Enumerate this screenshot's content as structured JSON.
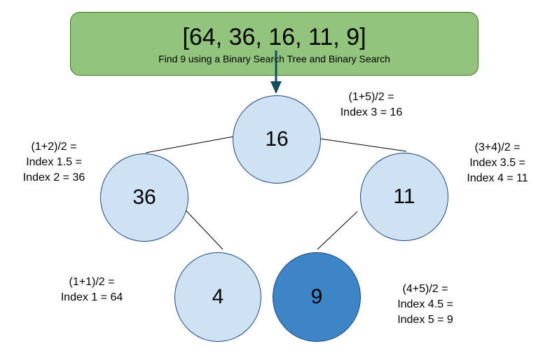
{
  "banner": {
    "array_text": "[64, 36, 16, 11, 9]",
    "task_text": "Find 9 using a Binary Search Tree and Binary Search",
    "fill_color": "#93c47d"
  },
  "nodes": {
    "root": {
      "value": "16"
    },
    "left": {
      "value": "36"
    },
    "right": {
      "value": "11"
    },
    "left_child": {
      "value": "4"
    },
    "right_child": {
      "value": "9",
      "highlight_color": "#3d85c6"
    }
  },
  "calculations": {
    "root": [
      "(1+5)/2 =",
      "Index 3 = 16"
    ],
    "left": [
      "(1+2)/2 =",
      "Index 1.5 =",
      "Index 2 = 36"
    ],
    "right": [
      "(3+4)/2 =",
      "Index 3.5 =",
      "Index 4 = 11"
    ],
    "left_child": [
      "(1+1)/2 =",
      "Index 1 = 64"
    ],
    "right_child": [
      "(4+5)/2 =",
      "Index 4.5 =",
      "Index 5 = 9"
    ]
  },
  "colors": {
    "node_fill": "#cfe2f3",
    "found_node_fill": "#3d85c6",
    "arrow": "#134f5c"
  }
}
